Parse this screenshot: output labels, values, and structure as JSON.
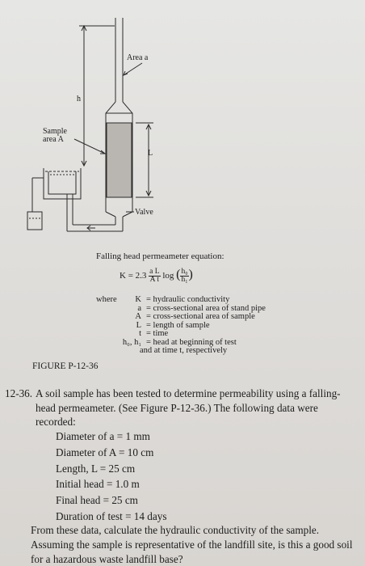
{
  "figure": {
    "labels": {
      "area_a": "Area a",
      "h": "h",
      "sample_area_line1": "Sample",
      "sample_area_line2": "area A",
      "L": "L",
      "valve": "Valve"
    },
    "caption": "FIGURE P-12-36",
    "equation_title": "Falling head permeameter equation:",
    "equation": {
      "lhs": "K = 2.3",
      "num": "a L",
      "den": "A t",
      "log": "log",
      "ratio_num": "h₀",
      "ratio_den": "h₁"
    },
    "where_prefix": "where",
    "legend": [
      {
        "sym": "K",
        "text": "= hydraulic conductivity"
      },
      {
        "sym": "a",
        "text": "= cross-sectional area of stand pipe"
      },
      {
        "sym": "A",
        "text": "= cross-sectional area of sample"
      },
      {
        "sym": "L",
        "text": "= length of sample"
      },
      {
        "sym": "t",
        "text": "= time"
      },
      {
        "sym": "h₀, h₁",
        "text": "= head at beginning of test"
      },
      {
        "sym": "",
        "text": "and at time t, respectively"
      }
    ]
  },
  "problem": {
    "number": "12-36.",
    "text": "A soil sample has been tested to determine permeability using a falling-head permeameter. (See Figure P-12-36.) The following data were recorded:",
    "data": [
      "Diameter of a = 1 mm",
      "Diameter of A = 10 cm",
      "Length, L = 25 cm",
      "Initial head = 1.0 m",
      "Final head = 25 cm",
      "Duration of test = 14 days"
    ],
    "question": "From these data, calculate the hydraulic conductivity of the sample. Assuming the sample is representative of the landfill site, is this a good soil for a hazardous waste landfill base?"
  }
}
